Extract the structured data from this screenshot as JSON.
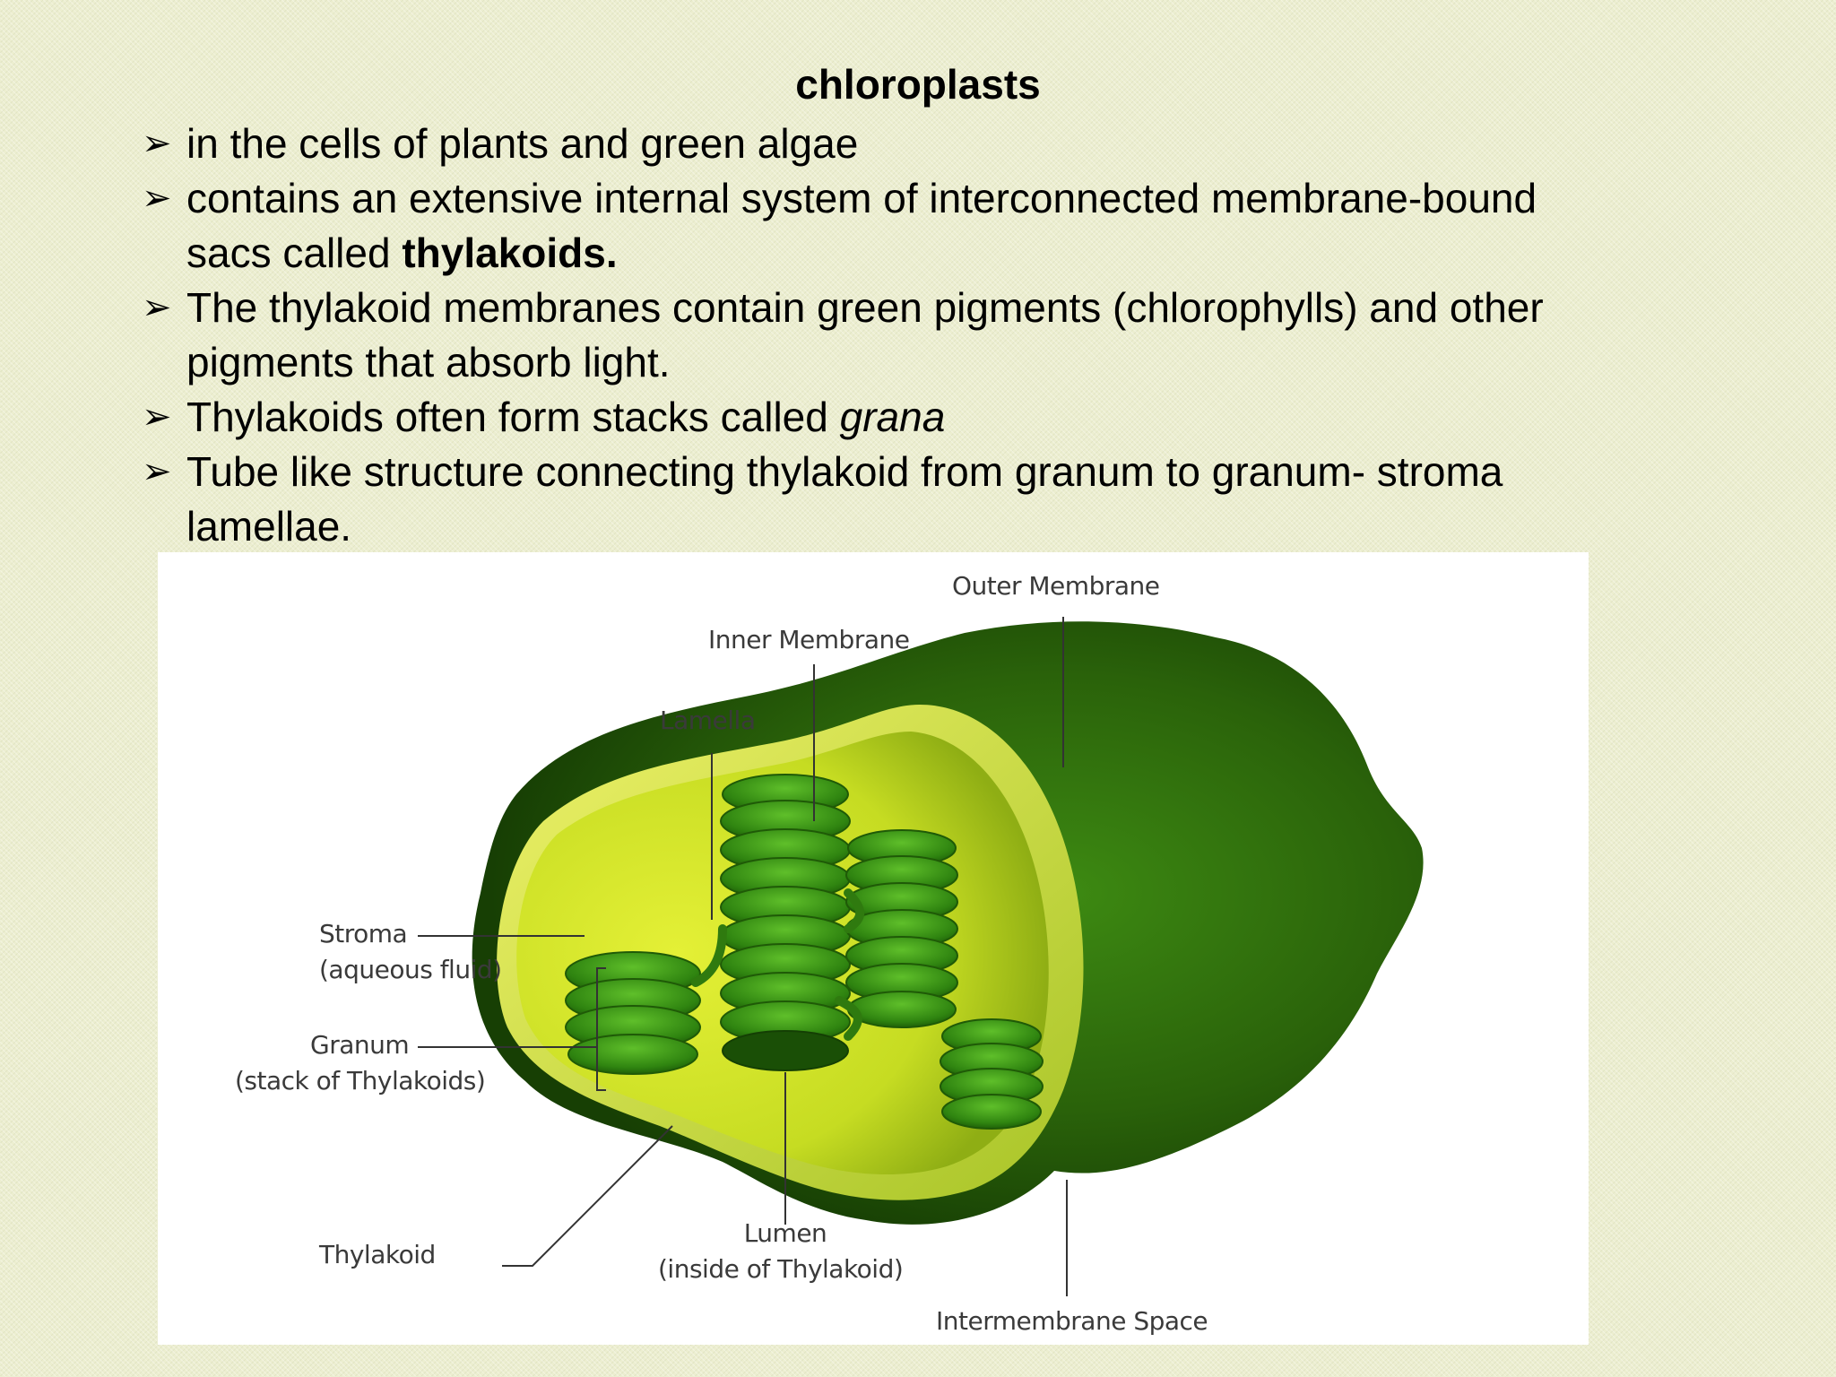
{
  "slide": {
    "title": "chloroplasts",
    "bullets": [
      {
        "text": "in the cells of plants and green algae"
      },
      {
        "text": "contains an extensive internal system of interconnected membrane-bound sacs called ",
        "bold": "thylakoids."
      },
      {
        "text": "The thylakoid membranes contain green pigments (chlorophylls) and other pigments that absorb light."
      },
      {
        "text": "Thylakoids often form stacks called ",
        "italic": "grana"
      },
      {
        "text": "Tube like structure connecting thylakoid from granum to granum- stroma lamellae."
      }
    ],
    "bullet_icon": "arrow-bullet-icon"
  },
  "diagram": {
    "labels": {
      "outer_membrane": "Outer Membrane",
      "inner_membrane": "Inner Membrane",
      "lamella": "Lamella",
      "stroma": "Stroma",
      "stroma_sub": "(aqueous fluid)",
      "granum": "Granum",
      "granum_sub": "(stack of Thylakoids)",
      "thylakoid": "Thylakoid",
      "lumen": "Lumen",
      "lumen_sub": "(inside of Thylakoid)",
      "intermembrane_space": "Intermembrane Space"
    },
    "colors": {
      "dark_green": "#2e6a0a",
      "mid_green": "#3f8f14",
      "light_green": "#c8dc3c",
      "lime": "#d8ea2a"
    }
  }
}
